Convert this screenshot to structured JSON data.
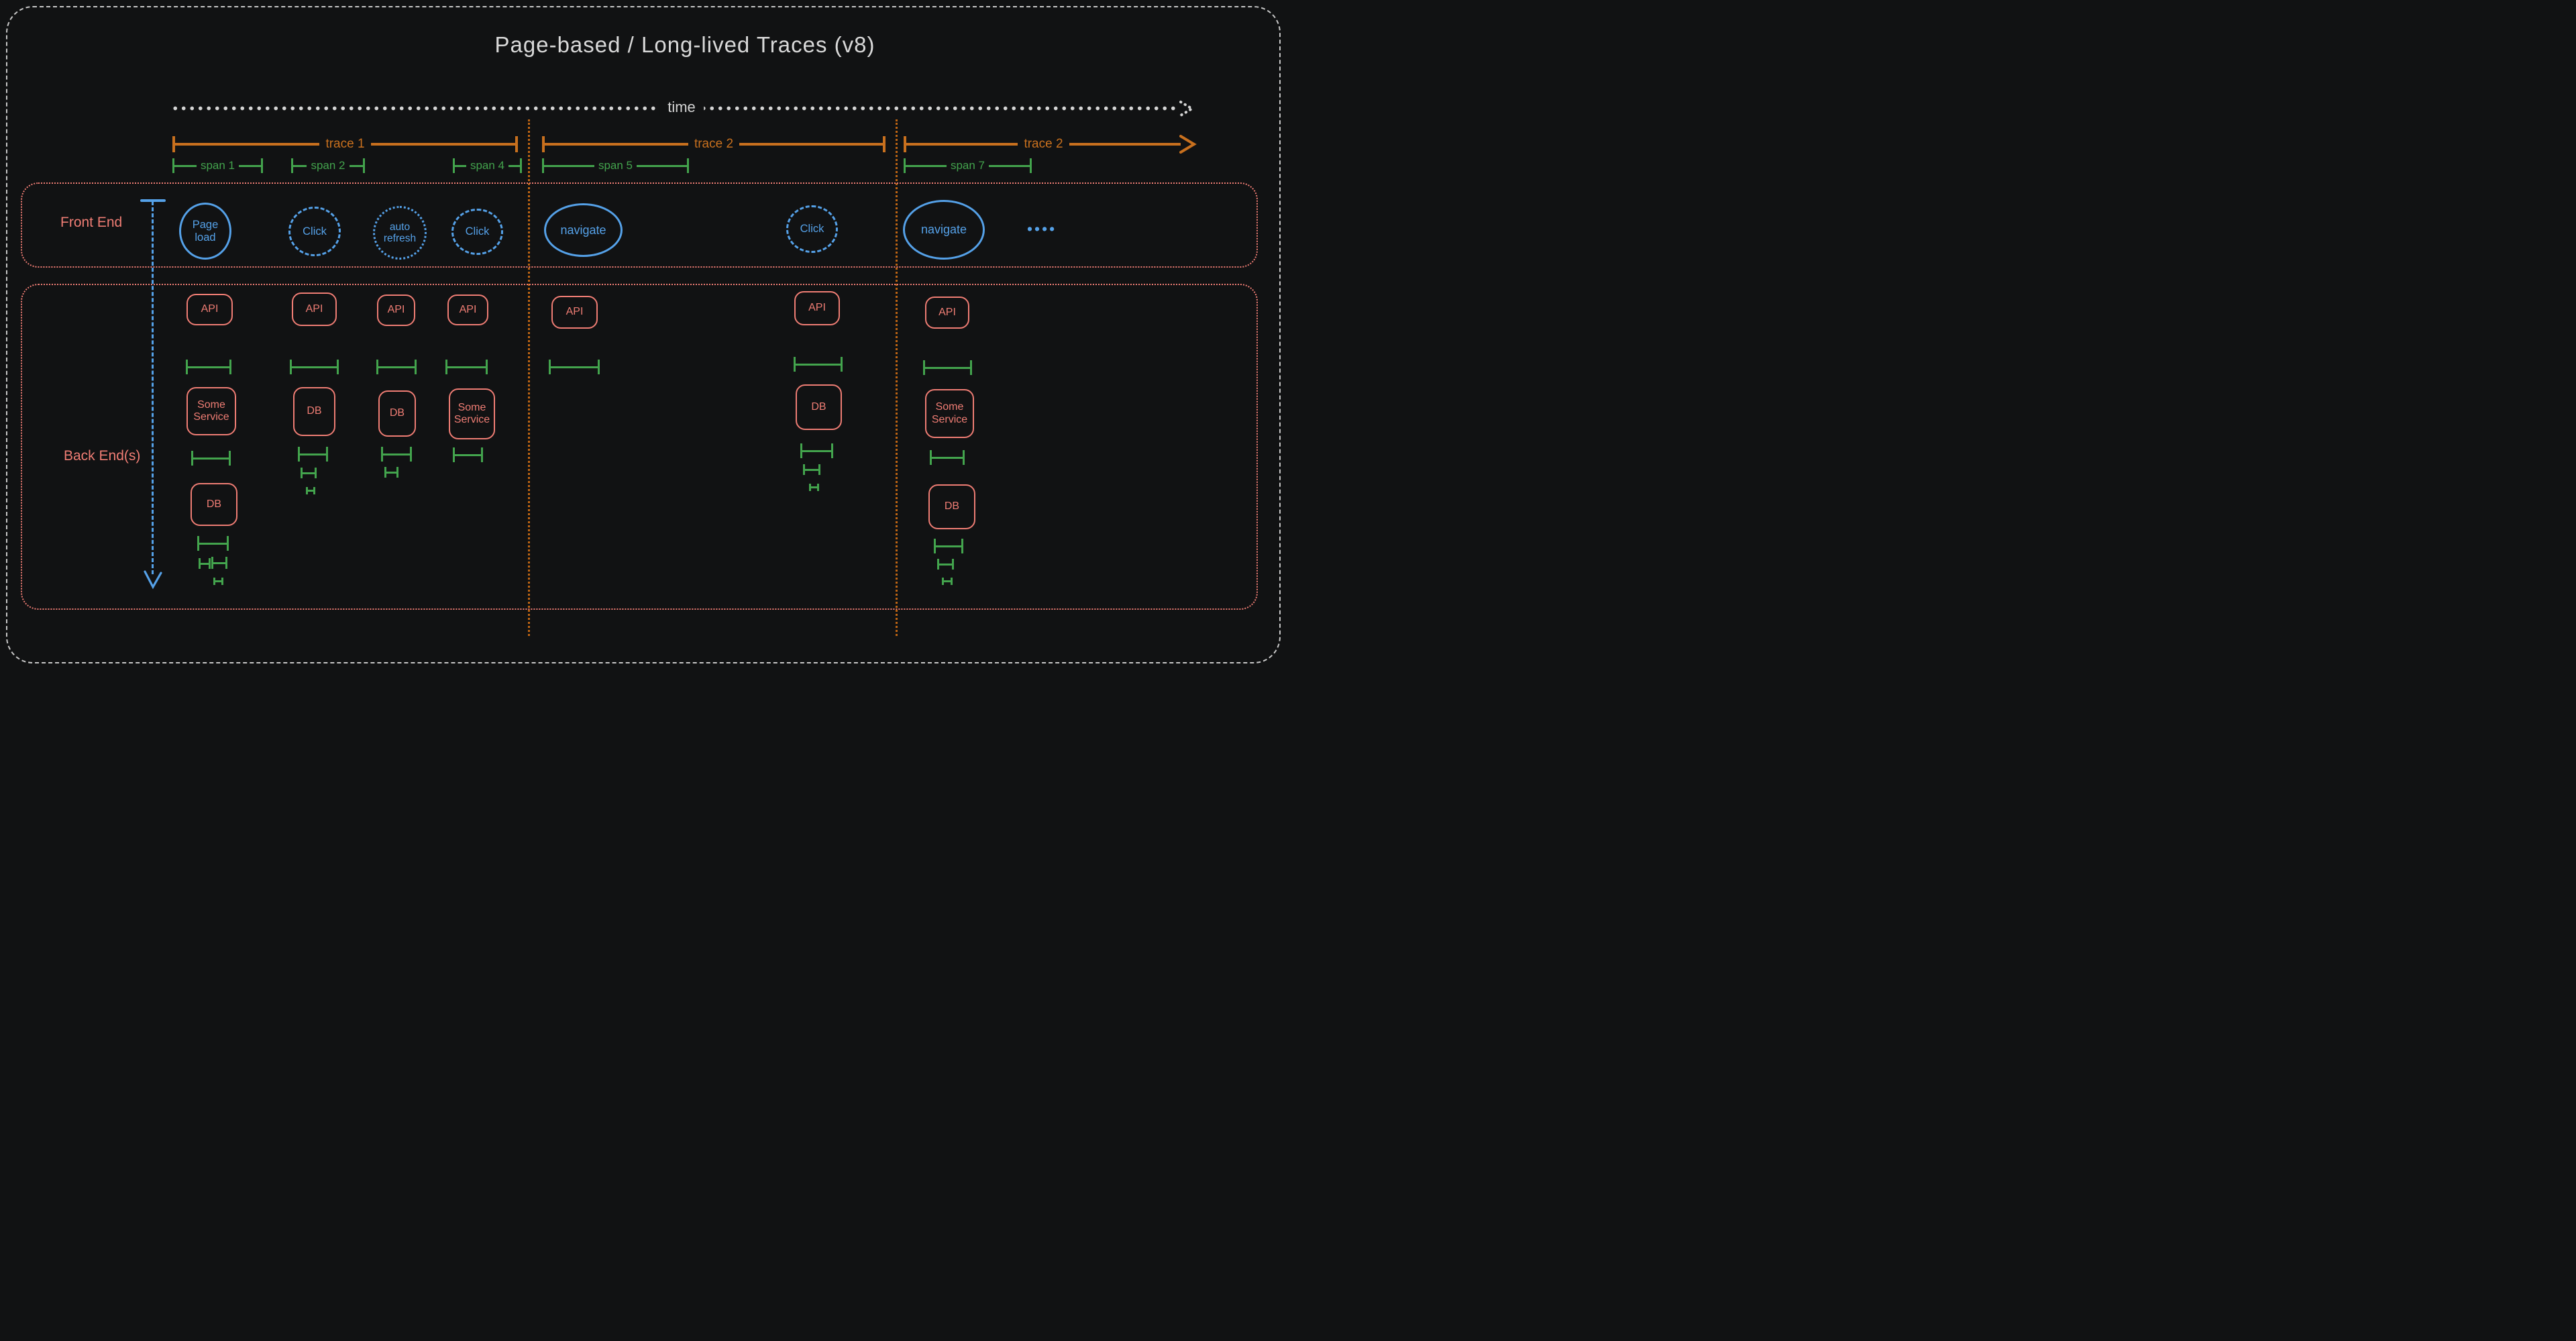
{
  "title": "Page-based / Long-lived Traces (v8)",
  "timeline": {
    "label": "time"
  },
  "traces": [
    {
      "label": "trace 1"
    },
    {
      "label": "trace 2"
    },
    {
      "label": "trace 2"
    }
  ],
  "spans": [
    {
      "label": "span 1"
    },
    {
      "label": "span 2"
    },
    {
      "label": "span 4"
    },
    {
      "label": "span 5"
    },
    {
      "label": "span 7"
    }
  ],
  "lanes": {
    "frontend": {
      "label": "Front End"
    },
    "backend": {
      "label": "Back End(s)"
    }
  },
  "frontend_events": [
    {
      "label": "Page load",
      "style": "solid"
    },
    {
      "label": "Click",
      "style": "dashed"
    },
    {
      "label": "auto refresh",
      "style": "dotted"
    },
    {
      "label": "Click",
      "style": "dashed"
    },
    {
      "label": "navigate",
      "style": "solid"
    },
    {
      "label": "Click",
      "style": "dashed"
    },
    {
      "label": "navigate",
      "style": "solid"
    },
    {
      "label": "••••",
      "style": "dots"
    }
  ],
  "backend_columns": [
    {
      "under": "Page load",
      "boxes": [
        "API",
        "Some Service",
        "DB"
      ]
    },
    {
      "under": "Click",
      "boxes": [
        "API",
        "DB"
      ]
    },
    {
      "under": "auto refresh",
      "boxes": [
        "API",
        "DB"
      ]
    },
    {
      "under": "Click",
      "boxes": [
        "API",
        "Some Service"
      ]
    },
    {
      "under": "navigate",
      "boxes": [
        "API"
      ]
    },
    {
      "under": "Click",
      "boxes": [
        "API",
        "DB"
      ]
    },
    {
      "under": "navigate",
      "boxes": [
        "API",
        "Some Service",
        "DB"
      ]
    }
  ],
  "colors": {
    "background": "#111213",
    "trace_orange": "#c8701e",
    "span_green": "#43a44d",
    "service_salmon": "#ef7d74",
    "frontend_blue": "#55a1e8",
    "text_white": "#d7d7d7"
  }
}
